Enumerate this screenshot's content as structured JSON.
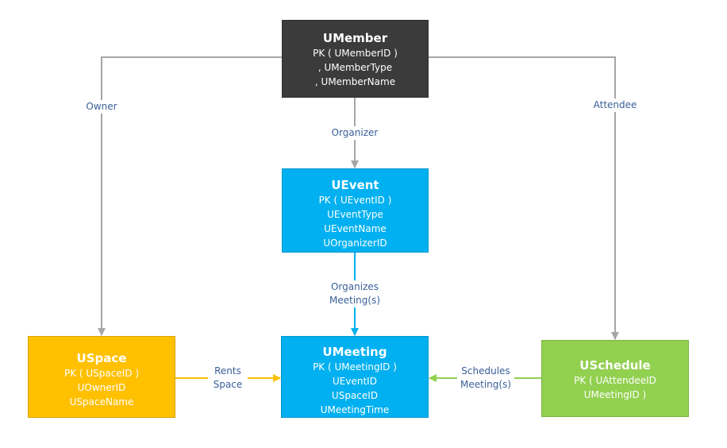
{
  "colors": {
    "umember": "#3b3b3b",
    "uevent": "#00b0f0",
    "umeeting": "#00b0f0",
    "uspace": "#ffc000",
    "uschedule": "#92d050",
    "gray_arrow": "#a6a6a6",
    "blue_arrow": "#00b0f0",
    "orange_arrow": "#ffc000",
    "green_arrow": "#92d050",
    "label_text": "#3a5f9a"
  },
  "entities": {
    "umember": {
      "title": "UMember",
      "fields": [
        "PK ( UMemberID )",
        ", UMemberType",
        ", UMemberName"
      ]
    },
    "uevent": {
      "title": "UEvent",
      "fields": [
        "PK ( UEventID )",
        "UEventType",
        "UEventName",
        "UOrganizerID"
      ]
    },
    "umeeting": {
      "title": "UMeeting",
      "fields": [
        "PK ( UMeetingID )",
        "UEventID",
        "USpaceID",
        "UMeetingTime"
      ]
    },
    "uspace": {
      "title": "USpace",
      "fields": [
        "PK ( USpaceID )",
        "UOwnerID",
        "USpaceName"
      ]
    },
    "uschedule": {
      "title": "USchedule",
      "fields": [
        "PK ( UAttendeeID",
        "UMeetingID )"
      ]
    }
  },
  "relationships": {
    "owner": "Owner",
    "attendee": "Attendee",
    "organizer": "Organizer",
    "organizes": [
      "Organizes",
      "Meeting(s)"
    ],
    "rents": [
      "Rents",
      "Space"
    ],
    "schedules": [
      "Schedules",
      "Meeting(s)"
    ]
  }
}
